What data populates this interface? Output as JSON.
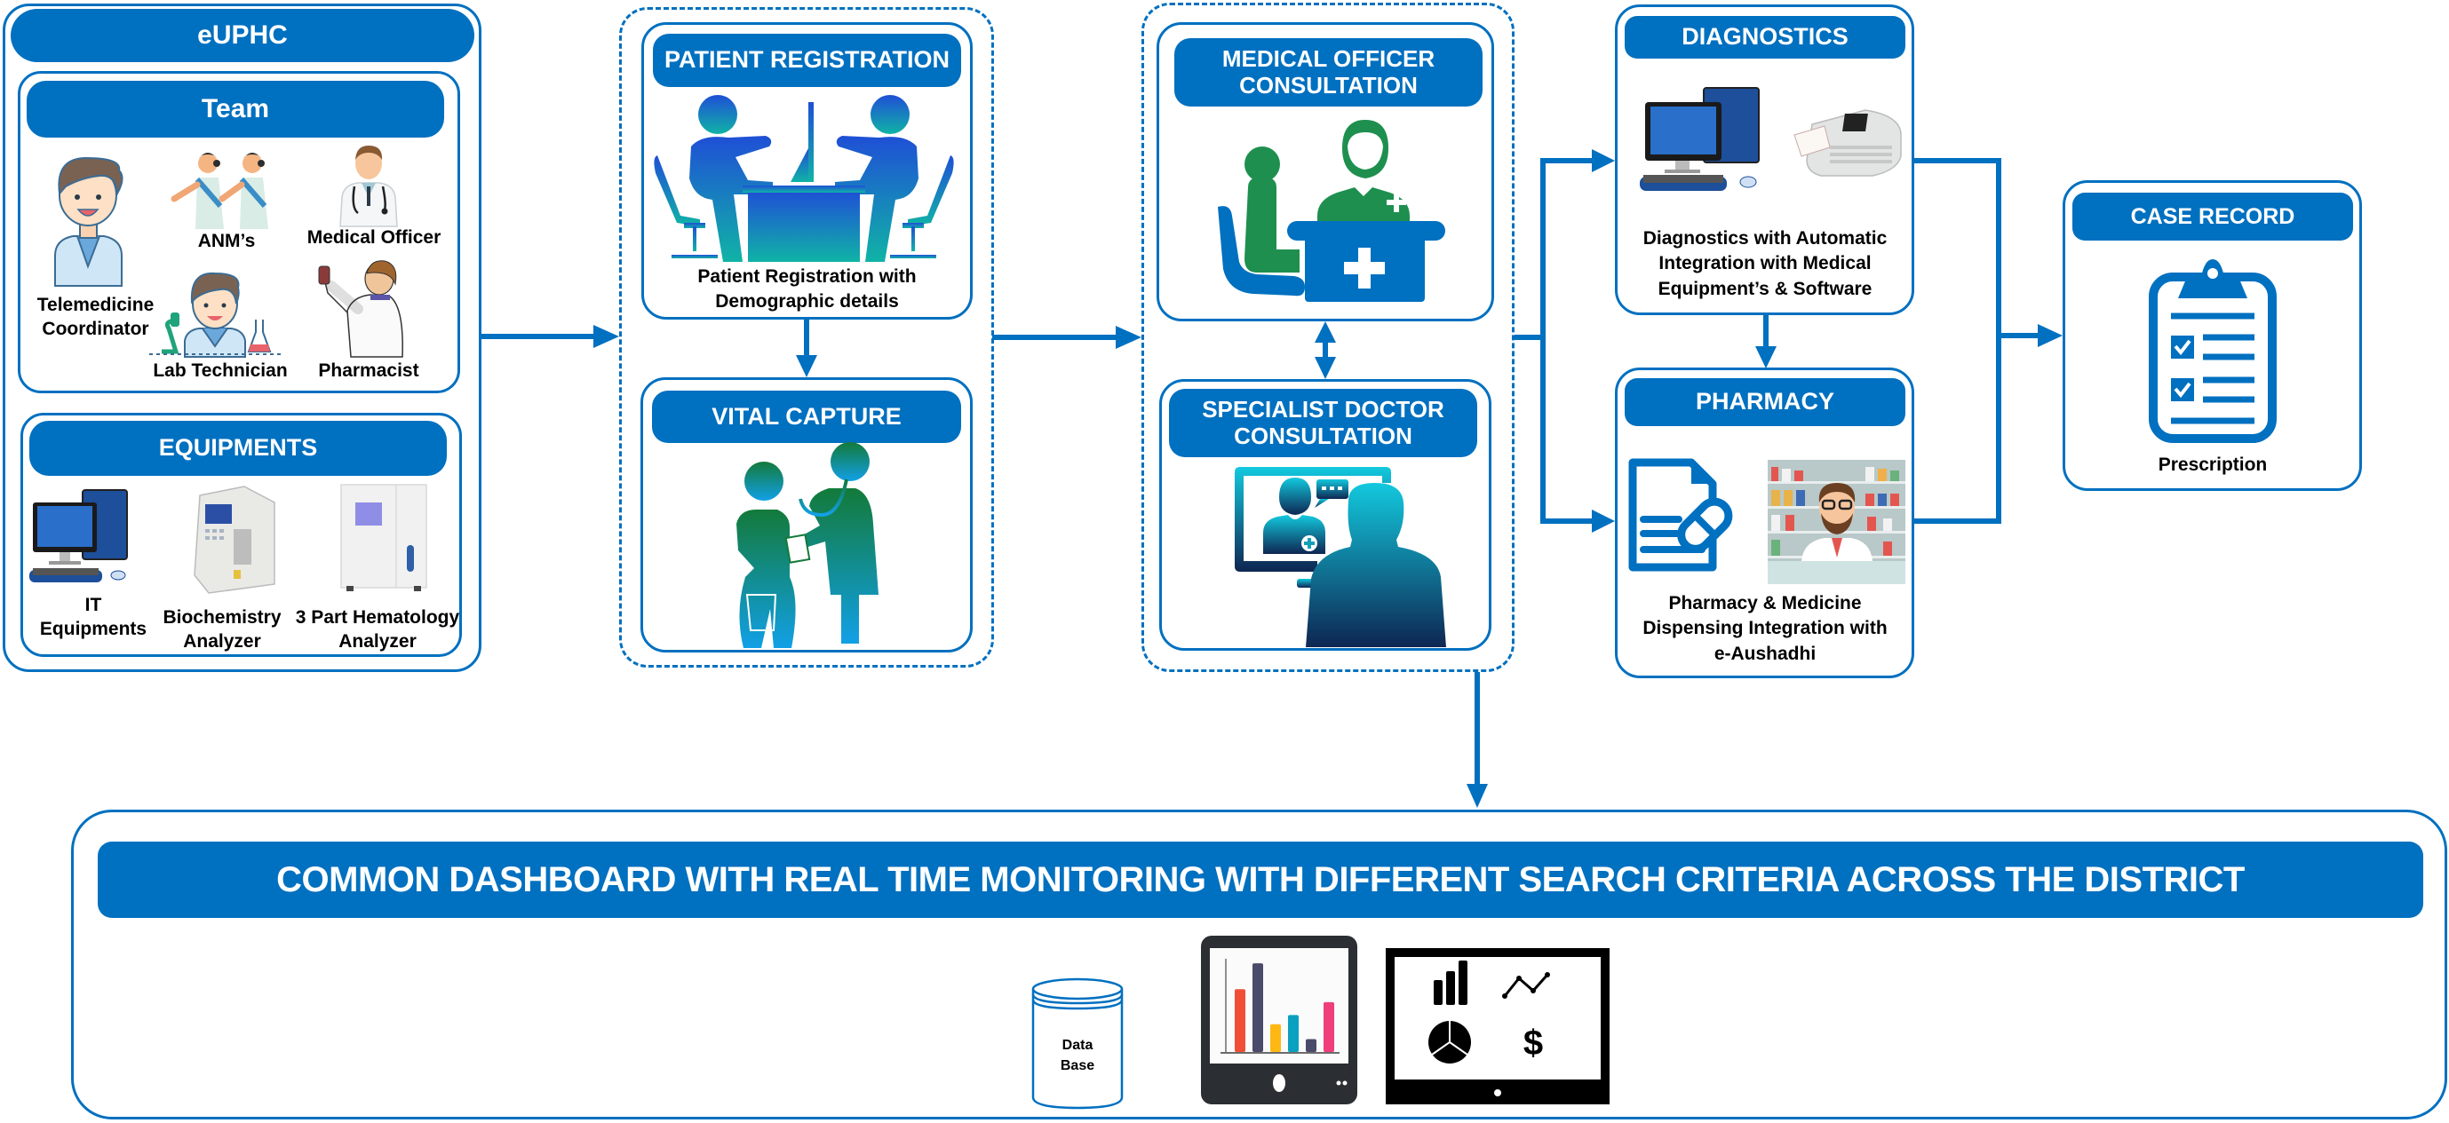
{
  "euphc": {
    "title": "eUPHC",
    "team": {
      "title": "Team",
      "members": [
        {
          "label_line1": "Telemedicine",
          "label_line2": "Coordinator",
          "icon": "telemedicine-coordinator-icon"
        },
        {
          "label": "ANM’s",
          "icon": "anm-nurses-icon"
        },
        {
          "label": "Medical Officer",
          "icon": "medical-officer-icon"
        },
        {
          "label": "Lab Technician",
          "icon": "lab-technician-icon"
        },
        {
          "label": "Pharmacist",
          "icon": "pharmacist-icon"
        }
      ]
    },
    "equipments": {
      "title": "EQUIPMENTS",
      "items": [
        {
          "label_line1": "IT",
          "label_line2": "Equipments",
          "icon": "desktop-computer-icon"
        },
        {
          "label_line1": "Biochemistry",
          "label_line2": "Analyzer",
          "icon": "biochemistry-analyzer-icon"
        },
        {
          "label_line1": "3 Part Hematology",
          "label_line2": "Analyzer",
          "icon": "hematology-analyzer-icon"
        }
      ]
    }
  },
  "registration_stage": {
    "patient_registration": {
      "title": "PATIENT REGISTRATION",
      "caption_line1": "Patient Registration with",
      "caption_line2": "Demographic details",
      "icon": "registration-desk-icon"
    },
    "vital_capture": {
      "title": "VITAL CAPTURE",
      "icon": "blood-pressure-check-icon"
    }
  },
  "consultation_stage": {
    "medical_officer": {
      "title_line1": "MEDICAL OFFICER",
      "title_line2": "CONSULTATION",
      "icon": "doctor-desk-icon"
    },
    "specialist": {
      "title_line1": "SPECIALIST DOCTOR",
      "title_line2": "CONSULTATION",
      "icon": "teleconsultation-icon"
    }
  },
  "diagnostics": {
    "title": "DIAGNOSTICS",
    "caption_line1": "Diagnostics with Automatic",
    "caption_line2": "Integration with Medical",
    "caption_line3": "Equipment’s & Software",
    "icons": [
      "desktop-computer-icon",
      "ecg-machine-icon"
    ]
  },
  "pharmacy": {
    "title": "PHARMACY",
    "caption_line1": "Pharmacy & Medicine",
    "caption_line2": "Dispensing Integration with",
    "caption_line3": "e-Aushadhi",
    "icons": [
      "prescription-document-icon",
      "pharmacist-counter-icon"
    ]
  },
  "case_record": {
    "title": "CASE RECORD",
    "caption": "Prescription",
    "icon": "clipboard-checklist-icon"
  },
  "dashboard": {
    "title": "COMMON DASHBOARD WITH REAL TIME MONITORING WITH DIFFERENT SEARCH CRITERIA ACROSS THE DISTRICT",
    "database_label_line1": "Data",
    "database_label_line2": "Base",
    "tablet_bar_colors": [
      "#F04E37",
      "#4A4A6A",
      "#FDB813",
      "#0AA1C0",
      "#4A4A6A",
      "#EF3E7A"
    ],
    "tablet_bar_values": [
      0.68,
      0.96,
      0.3,
      0.4,
      0.14,
      0.54
    ],
    "monitor_icons": [
      "bar-chart-icon",
      "line-chart-icon",
      "pie-chart-icon",
      "dollar-icon"
    ]
  },
  "colors": {
    "primary_blue": "#0070C0",
    "green": "#1E8F4E",
    "teal": "#13A5B5",
    "dark_navy": "#0E2F5A"
  }
}
